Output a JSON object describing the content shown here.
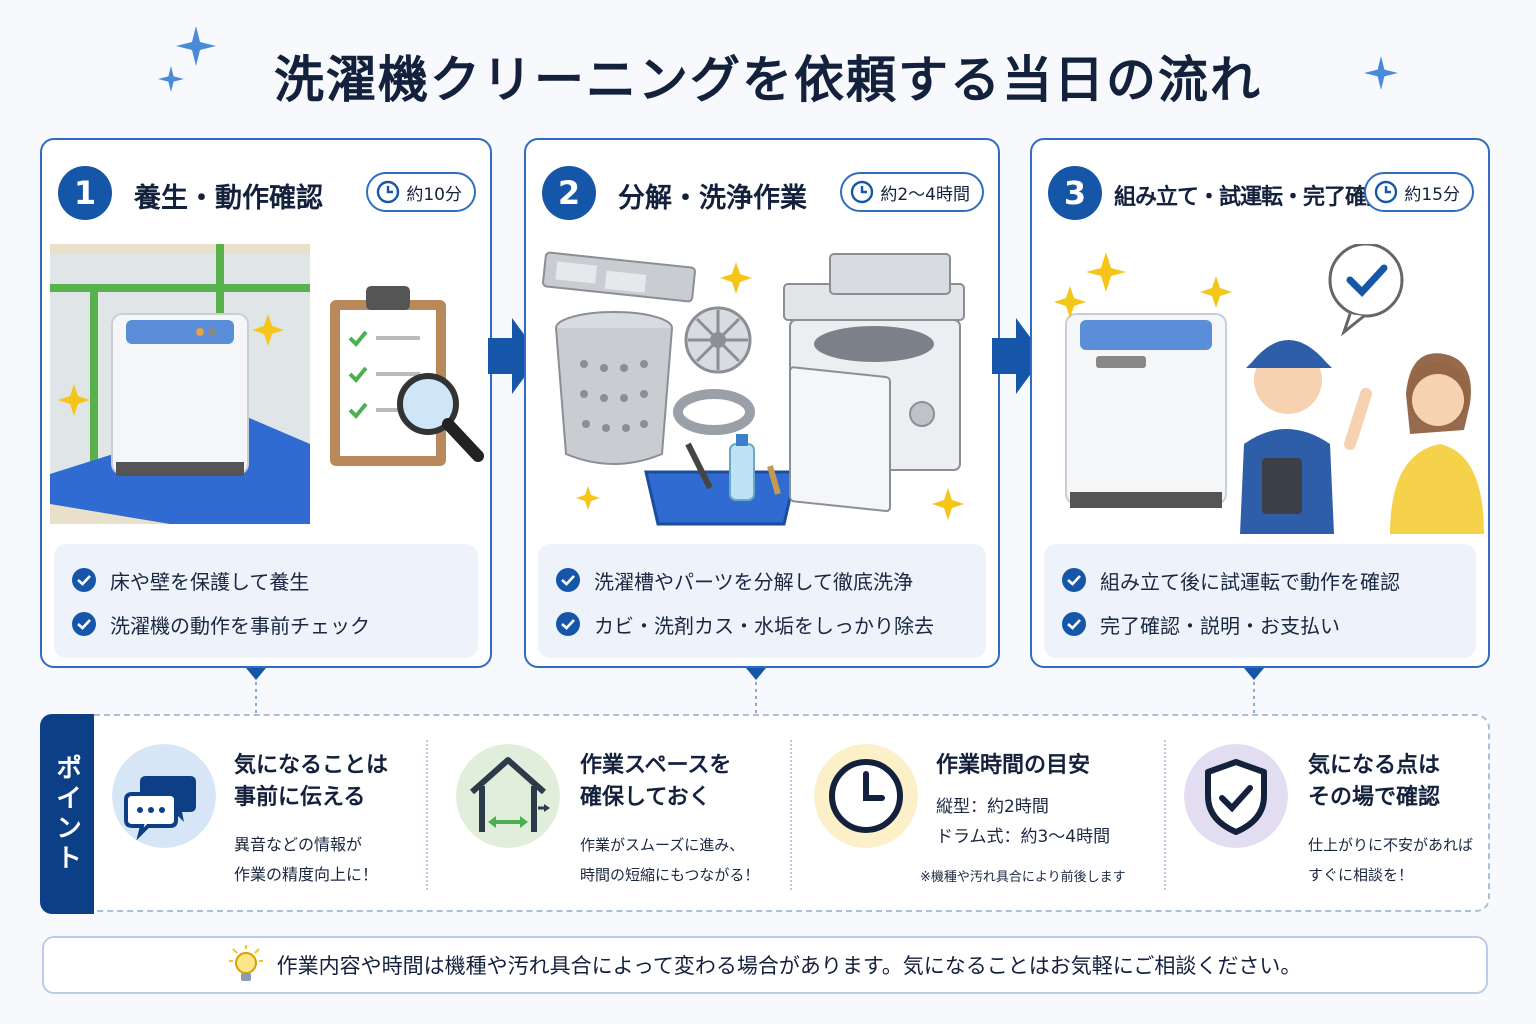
{
  "title": "洗濯機クリーニングを依頼する当日の流れ",
  "steps": [
    {
      "number": "1",
      "title": "養生・動作確認",
      "time": "約10分",
      "checks": [
        "床や壁を保護して養生",
        "洗濯機の動作を事前チェック"
      ]
    },
    {
      "number": "2",
      "title": "分解・洗浄作業",
      "time": "約2〜4時間",
      "checks": [
        "洗濯槽やパーツを分解して徹底洗浄",
        "カビ・洗剤カス・水垢をしっかり除去"
      ]
    },
    {
      "number": "3",
      "title": "組み立て・試運転・完了確認",
      "time": "約15分",
      "checks": [
        "組み立て後に試運転で動作を確認",
        "完了確認・説明・お支払い"
      ]
    }
  ],
  "points": {
    "label": "ポイント",
    "items": [
      {
        "title_line1": "気になることは",
        "title_line2": "事前に伝える",
        "desc_line1": "異音などの情報が",
        "desc_line2": "作業の精度向上に！"
      },
      {
        "title_line1": "作業スペースを",
        "title_line2": "確保しておく",
        "desc_line1": "作業がスムーズに進み、",
        "desc_line2": "時間の短縮にもつながる！"
      },
      {
        "title_line1": "作業時間の目安",
        "desc_line1": "縦型：約2時間",
        "desc_line2": "ドラム式：約3〜4時間",
        "note": "※機種や汚れ具合により前後します"
      },
      {
        "title_line1": "気になる点は",
        "title_line2": "その場で確認",
        "desc_line1": "仕上がりに不安があれば",
        "desc_line2": "すぐに相談を！"
      }
    ]
  },
  "footer": "作業内容や時間は機種や汚れ具合によって変わる場合があります。気になることはお気軽にご相談ください。",
  "colors": {
    "primary": "#1556a8",
    "navy": "#0d3f86",
    "border": "#2f6dc2",
    "check": "#1556a8",
    "accent_yellow": "#f5c518"
  }
}
